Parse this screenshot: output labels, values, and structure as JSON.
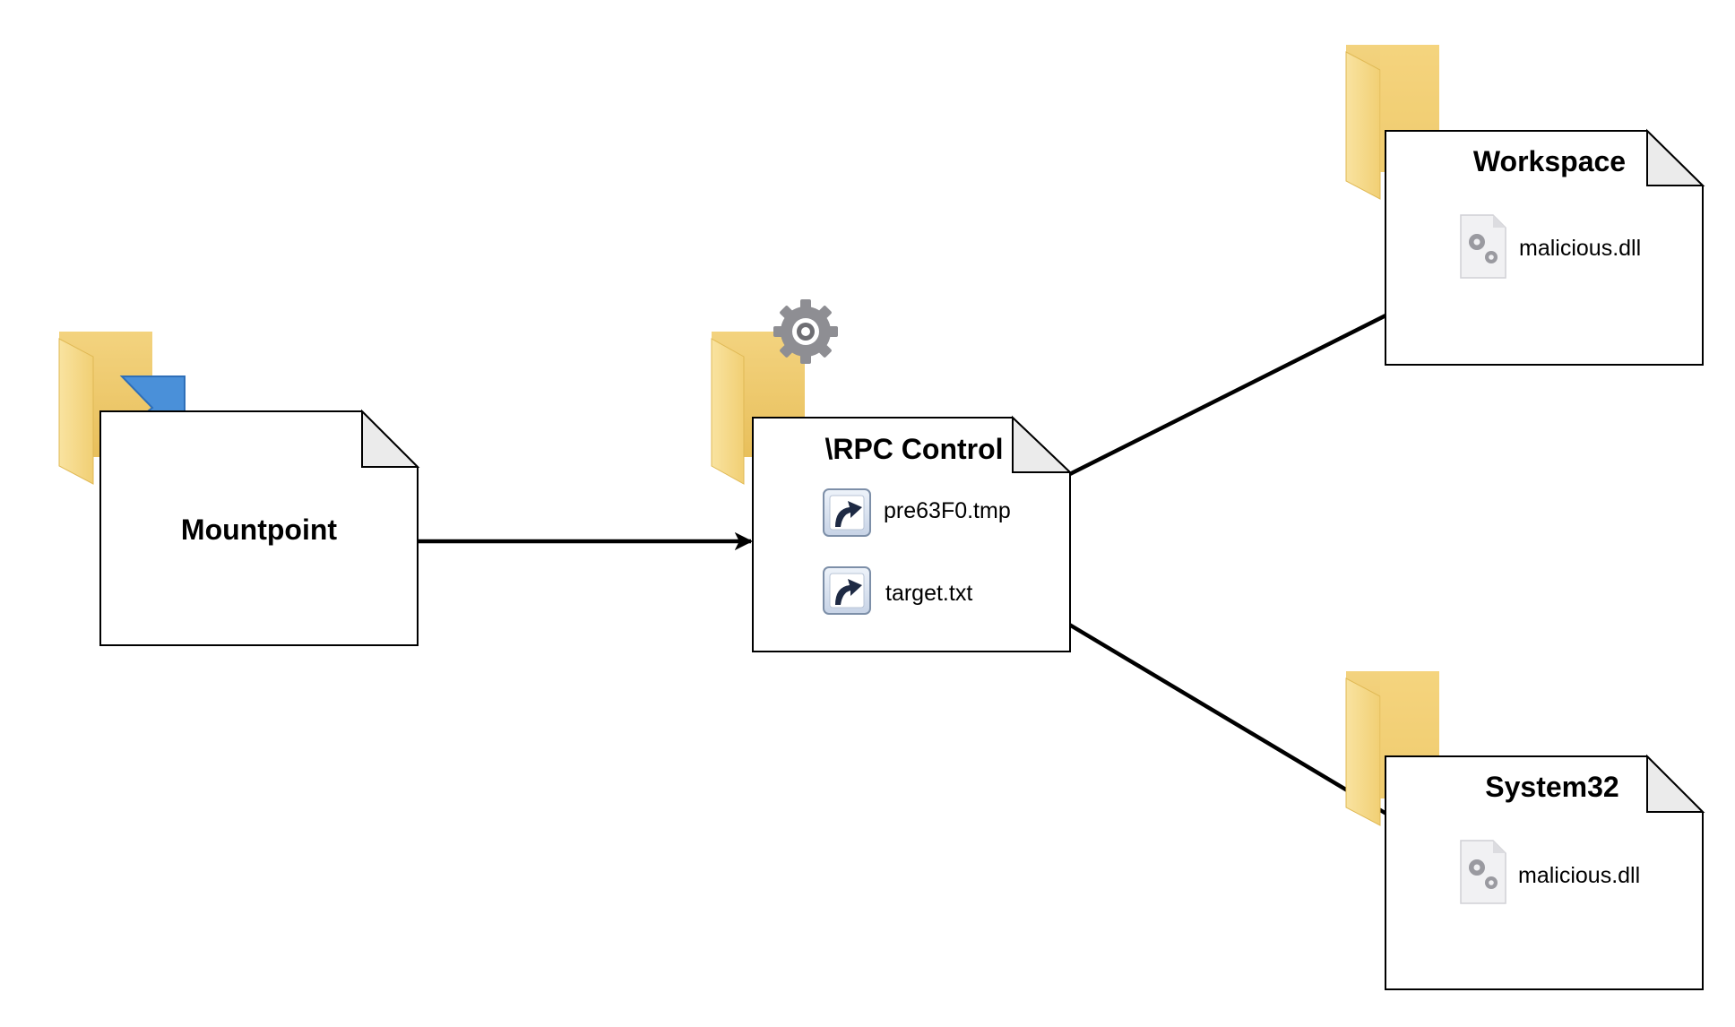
{
  "nodes": {
    "mountpoint": {
      "title": "Mountpoint",
      "icon": "folder-shortcut-icon"
    },
    "rpc_control": {
      "title": "\\RPC Control",
      "icon": "folder-gear-icon",
      "items": [
        {
          "label": "pre63F0.tmp",
          "icon": "symlink-icon"
        },
        {
          "label": "target.txt",
          "icon": "symlink-icon"
        }
      ]
    },
    "workspace": {
      "title": "Workspace",
      "icon": "folder-icon",
      "items": [
        {
          "label": "malicious.dll",
          "icon": "dll-file-icon"
        }
      ]
    },
    "system32": {
      "title": "System32",
      "icon": "folder-icon",
      "items": [
        {
          "label": "malicious.dll",
          "icon": "dll-file-icon"
        }
      ]
    }
  },
  "edges": [
    {
      "from": "Mountpoint",
      "to": "\\RPC Control"
    },
    {
      "from": "pre63F0.tmp",
      "to": "Workspace / malicious.dll"
    },
    {
      "from": "target.txt",
      "to": "System32 / malicious.dll"
    }
  ],
  "colors": {
    "folder_back": "#e2b54a",
    "folder_front": "#f6d98a",
    "shortcut_arrow": "#4a90d9",
    "gear": "#8e8e93",
    "stroke": "#000000",
    "page_fill": "#ffffff",
    "page_fold": "#ebebeb"
  }
}
